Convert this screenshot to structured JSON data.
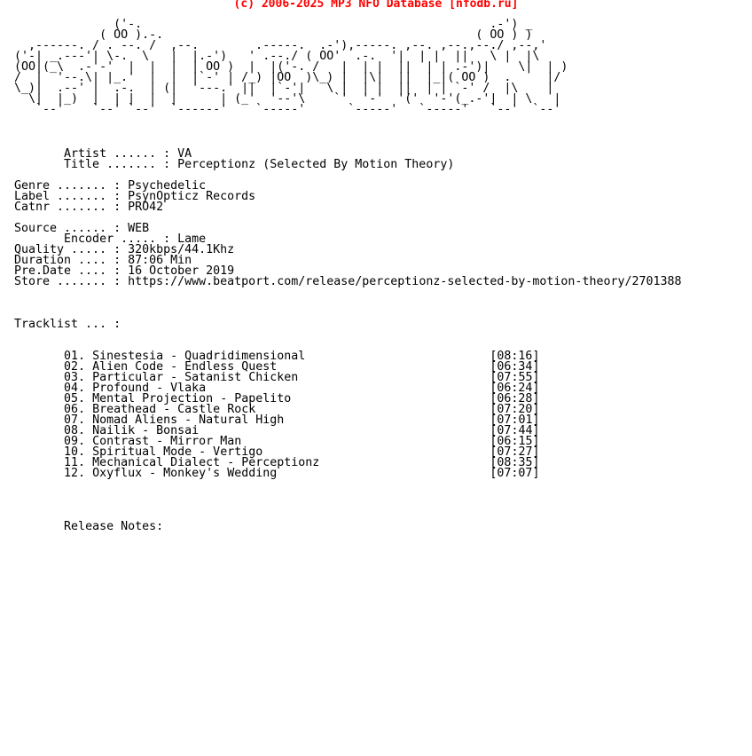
{
  "header": {
    "text": "(c) 2006-2025 MP3 NFO Database [nfodb.ru]"
  },
  "ascii_logo": "              ('-.                                                 .-') _\n            ( OO ).-.                                            ( OO ) )\n  ,------. / . --. /  ,--.        .-----.  .-'),-----. ,--. ,--.,--./ ,--,'\n('-| _.---'| \\-.  \\   |  |.-')   ' .--./ ( OO'  .-.  '|  | |  ||   \\ |  |\\\n(OO|(_\\  .-'-'  |  |  |  | OO )  |  |('-. /   |  | |  ||  | | .-')|    \\|  | )\n/  |  '--.\\| |_.'  |  |  |`-' | /_) |OO  )\\_) |  |\\|  ||  |_|( OO )  .     |/\n\\_)|  .--' |  .-.  | (|  '---.' ||  |`-'|   \\ |  | |  ||  | | `-' /  |\\    |\n  \\|  |_)  |  | |  |  |      | (_'  '--'\\    `'  '-'  '('  '-'(_.-'|  | \\   |\n   `--'    `--' `--'  `------'    `-----'      `-----'   `-----'   `--'  `--'",
  "info": {
    "artist": "VA",
    "title": "Perceptionz (Selected By Motion Theory)",
    "genre": "Psychedelic",
    "label": "PsynOpticz Records",
    "catnr": "PRO42",
    "source": "WEB",
    "encoder": "Lame",
    "quality": "320kbps/44.1Khz",
    "duration": "87:06 Min",
    "predate": "16 October 2019",
    "store": "https://www.beatport.com/release/perceptionz-selected-by-motion-theory/2701388"
  },
  "tracklist_heading": "Tracklist ... :",
  "tracks": [
    {
      "num": "01.",
      "name": "Sinestesia - Quadridimensional",
      "time": "[08:16]"
    },
    {
      "num": "02.",
      "name": "Alien Code - Endless Quest",
      "time": "[06:34]"
    },
    {
      "num": "03.",
      "name": "Particular - Satanist Chicken",
      "time": "[07:55]"
    },
    {
      "num": "04.",
      "name": "Profound - Vlaka",
      "time": "[06:24]"
    },
    {
      "num": "05.",
      "name": "Mental Projection - Papelito",
      "time": "[06:28]"
    },
    {
      "num": "06.",
      "name": "Breathead - Castle Rock",
      "time": "[07:20]"
    },
    {
      "num": "07.",
      "name": "Nomad Aliens - Natural High",
      "time": "[07:01]"
    },
    {
      "num": "08.",
      "name": "Nailik - Bonsai",
      "time": "[07:44]"
    },
    {
      "num": "09.",
      "name": "Contrast - Mirror Man",
      "time": "[06:15]"
    },
    {
      "num": "10.",
      "name": "Spiritual Mode - Vertigo",
      "time": "[07:27]"
    },
    {
      "num": "11.",
      "name": "Mechanical Dialect - Perceptionz",
      "time": "[08:35]"
    },
    {
      "num": "12.",
      "name": "Oxyflux - Monkey's Wedding",
      "time": "[07:07]"
    }
  ],
  "release_notes_heading": "Release Notes:"
}
